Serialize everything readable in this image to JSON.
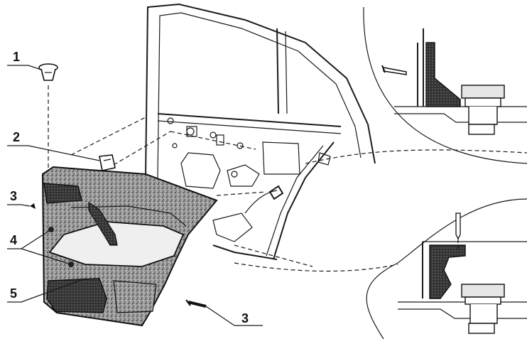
{
  "callouts": [
    {
      "id": "c1",
      "text": "1"
    },
    {
      "id": "c2",
      "text": "2"
    },
    {
      "id": "c3a",
      "text": "3"
    },
    {
      "id": "c4",
      "text": "4"
    },
    {
      "id": "c5",
      "text": "5"
    },
    {
      "id": "c3b",
      "text": "3"
    }
  ]
}
